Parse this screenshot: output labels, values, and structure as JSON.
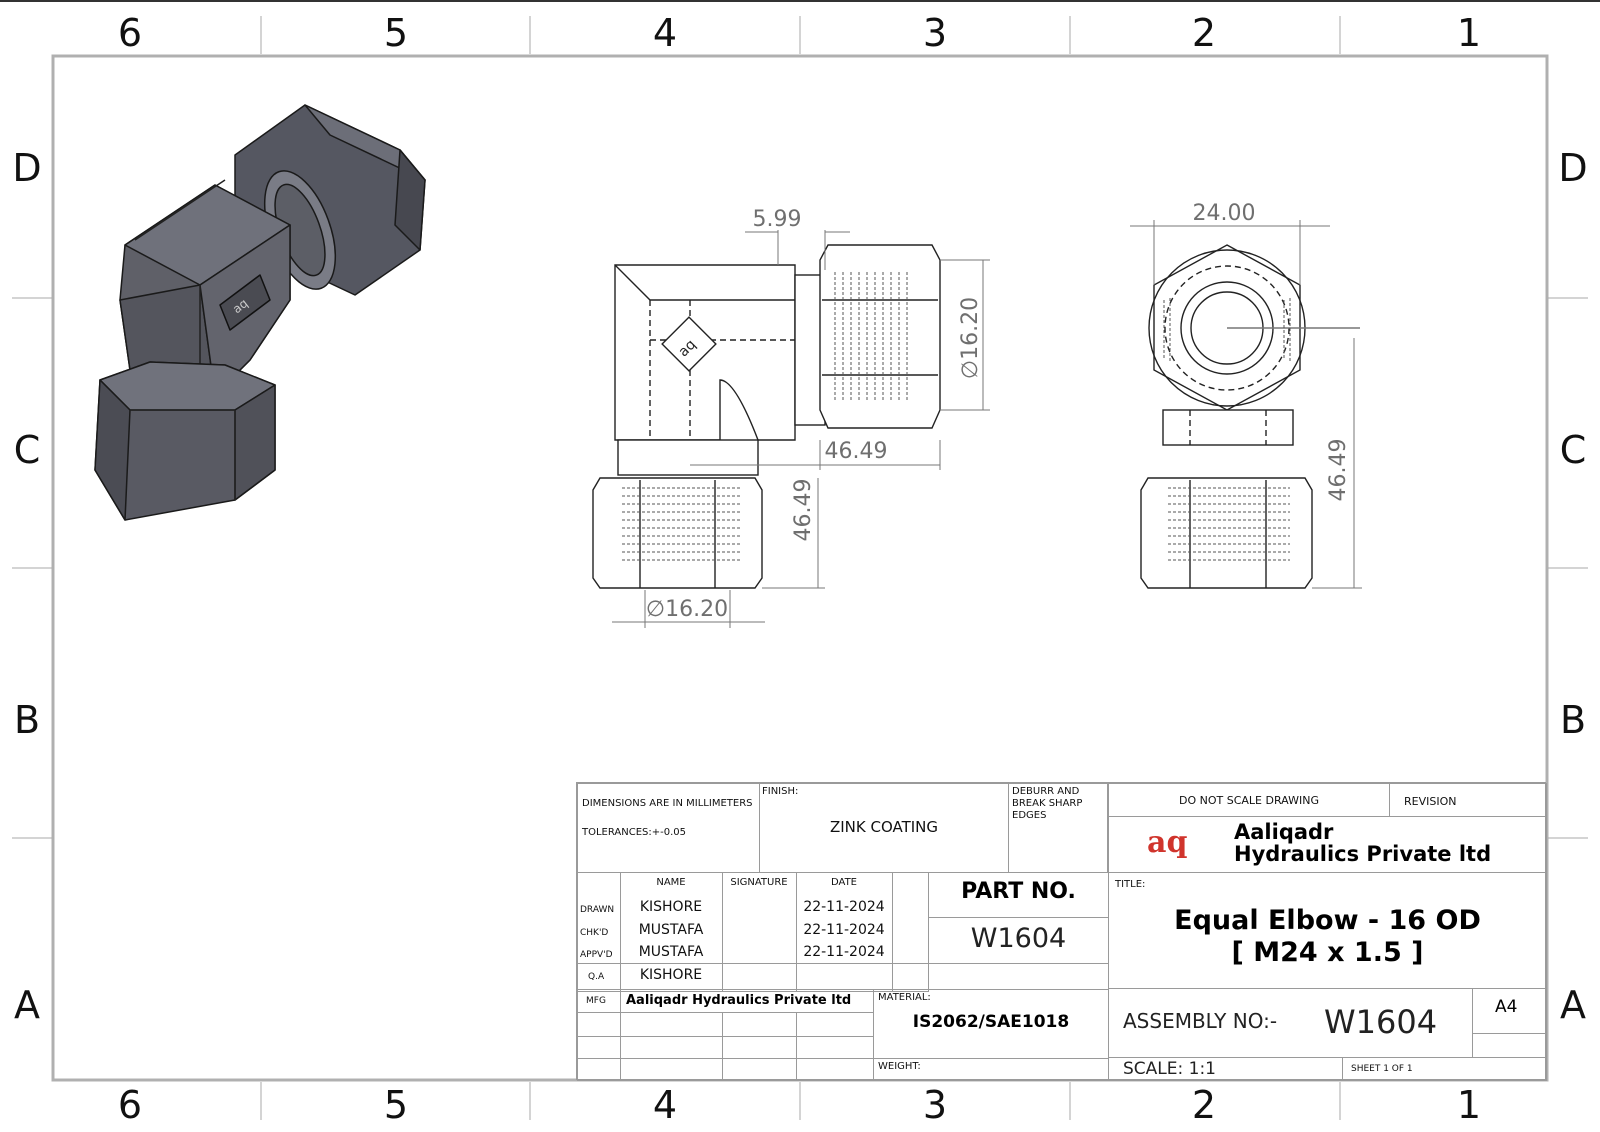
{
  "zones": {
    "columns": [
      "6",
      "5",
      "4",
      "3",
      "2",
      "1"
    ],
    "rows": [
      "D",
      "C",
      "B",
      "A"
    ]
  },
  "dimensions": {
    "side_thread_gap": "5.99",
    "side_hex_dia": "∅16.20",
    "side_length_h": "46.49",
    "side_length_v": "46.49",
    "side_bottom_dia": "∅16.20",
    "end_hex_width": "24.00",
    "end_length": "46.49"
  },
  "title_block": {
    "dims_note": "DIMENSIONS ARE IN MILLIMETERS",
    "tolerance": "TOLERANCES:+-0.05",
    "finish_label": "FINISH:",
    "finish_value": "ZINK COATING",
    "deburr": "DEBURR AND BREAK SHARP EDGES",
    "do_not_scale": "DO NOT SCALE DRAWING",
    "revision_label": "REVISION",
    "company_logo": "aq",
    "company_line1": "Aaliqadr",
    "company_line2": "Hydraulics Private ltd",
    "headers": {
      "name": "NAME",
      "signature": "SIGNATURE",
      "date": "DATE"
    },
    "rows": [
      {
        "role": "DRAWN",
        "name": "KISHORE",
        "date": "22-11-2024"
      },
      {
        "role": "CHK'D",
        "name": "MUSTAFA",
        "date": "22-11-2024"
      },
      {
        "role": "APPV'D",
        "name": "MUSTAFA",
        "date": "22-11-2024"
      },
      {
        "role": "Q.A",
        "name": "KISHORE",
        "date": ""
      }
    ],
    "part_no_label": "PART NO.",
    "part_no": "W1604",
    "title_label": "TITLE:",
    "title_line1": "Equal Elbow - 16 OD",
    "title_line2": "[ M24 x 1.5 ]",
    "mfg_label": "MFG",
    "mfg_value": "Aaliqadr Hydraulics Private ltd",
    "material_label": "MATERIAL:",
    "material_value": "IS2062/SAE1018",
    "assembly_label": "ASSEMBLY NO:-",
    "assembly_no": "W1604",
    "size": "A4",
    "weight_label": "WEIGHT:",
    "scale": "SCALE: 1:1",
    "sheet": "SHEET 1 OF 1"
  },
  "colors": {
    "border": "#9a9a9a",
    "part_fill": "#5f6068",
    "logo_red": "#d0342c"
  }
}
